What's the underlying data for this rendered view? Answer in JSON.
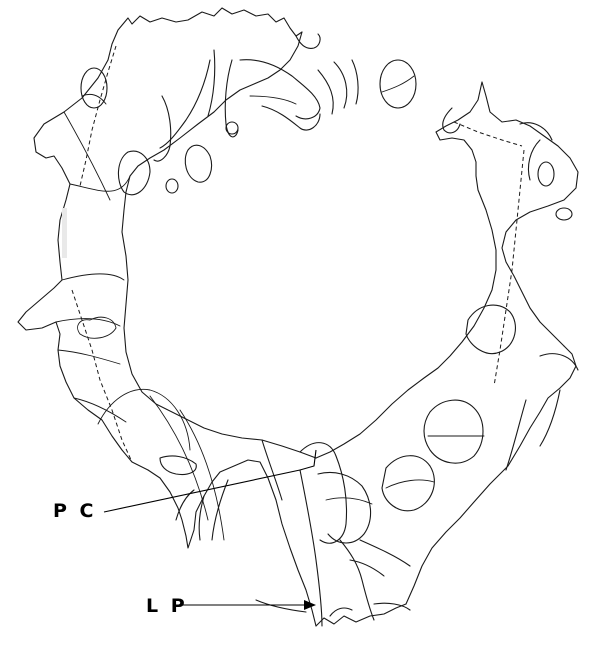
{
  "figure": {
    "labels": [
      {
        "id": "pc",
        "text": "P C"
      },
      {
        "id": "lp",
        "text": "L P"
      }
    ],
    "colors": {
      "line": "#1a1a1a",
      "background": "#ffffff",
      "label": "#000000"
    }
  }
}
